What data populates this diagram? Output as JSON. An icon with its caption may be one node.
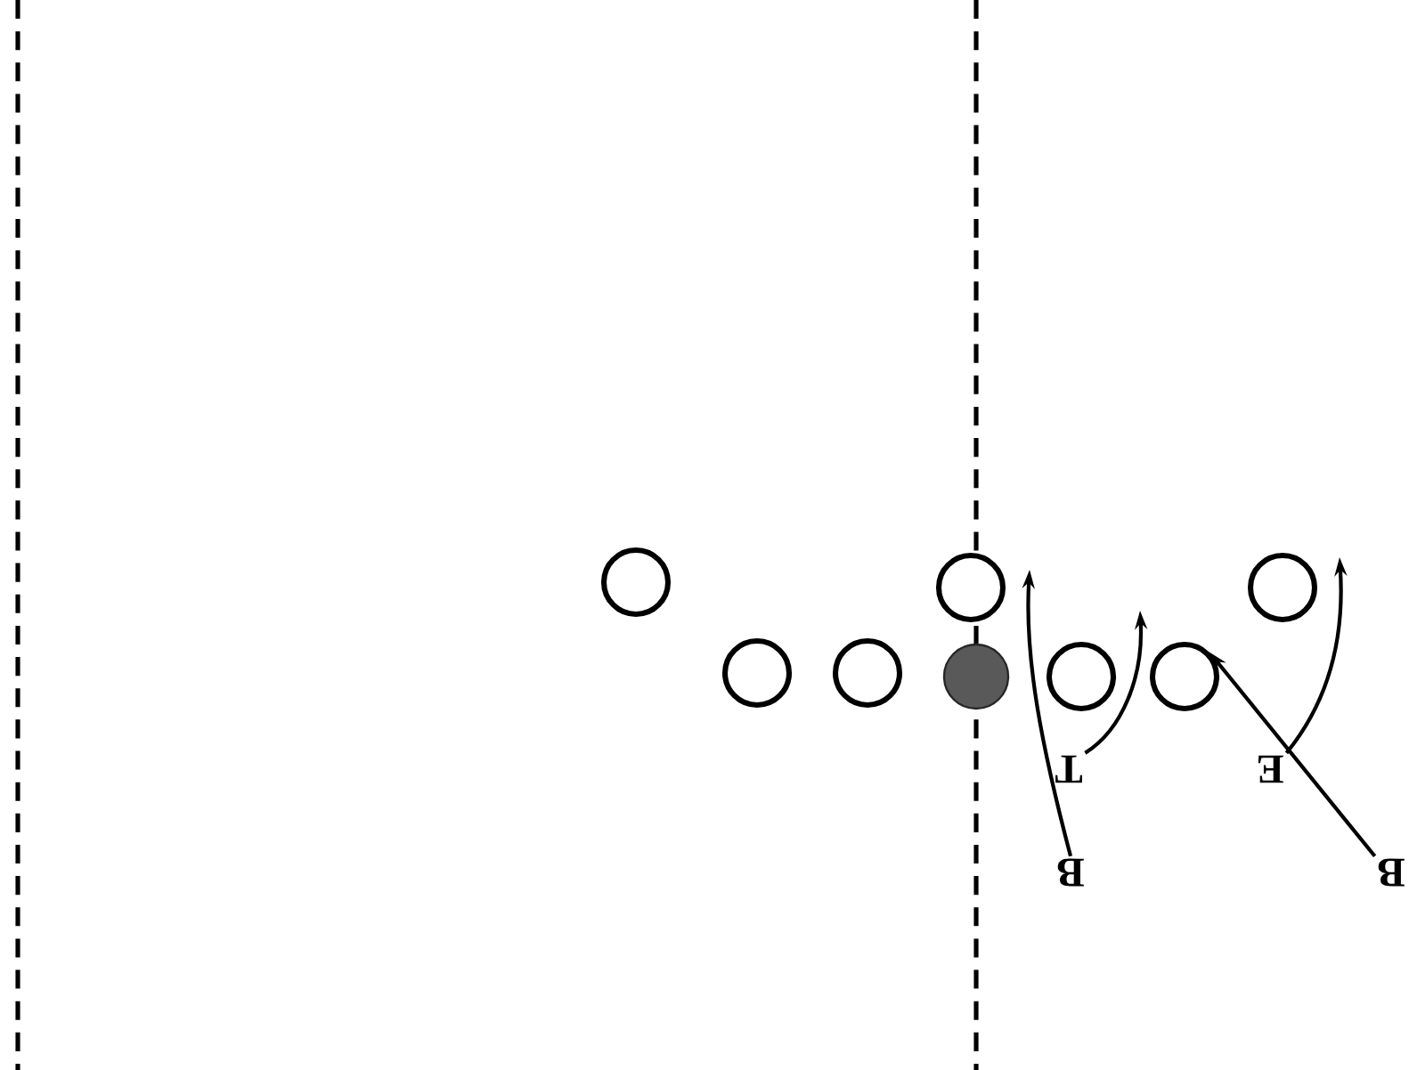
{
  "diagram": {
    "nodes": [
      {
        "text": [],
        "shape": "circle"
      },
      {
        "text": [],
        "shape": "circle"
      },
      {
        "text": [],
        "shape": "circle"
      },
      {
        "text": [],
        "shape": "circle"
      },
      {
        "text": [],
        "shape": "circle"
      },
      {
        "text": [],
        "shape": "ball"
      },
      {
        "text": [],
        "shape": "circle"
      },
      {
        "text": [],
        "shape": "circle"
      },
      {
        "text": [
          "T"
        ]
      },
      {
        "text": [
          "E"
        ]
      },
      {
        "text": [
          "B"
        ]
      },
      {
        "text": [
          "B"
        ]
      }
    ],
    "edges": [
      {
        "from": 10,
        "to": null,
        "arrow": "to"
      },
      {
        "from": 8,
        "to": null,
        "arrow": "to"
      },
      {
        "from": 11,
        "to": 7,
        "arrow": "to"
      },
      {
        "from": 9,
        "to": null,
        "arrow": "to"
      }
    ]
  }
}
